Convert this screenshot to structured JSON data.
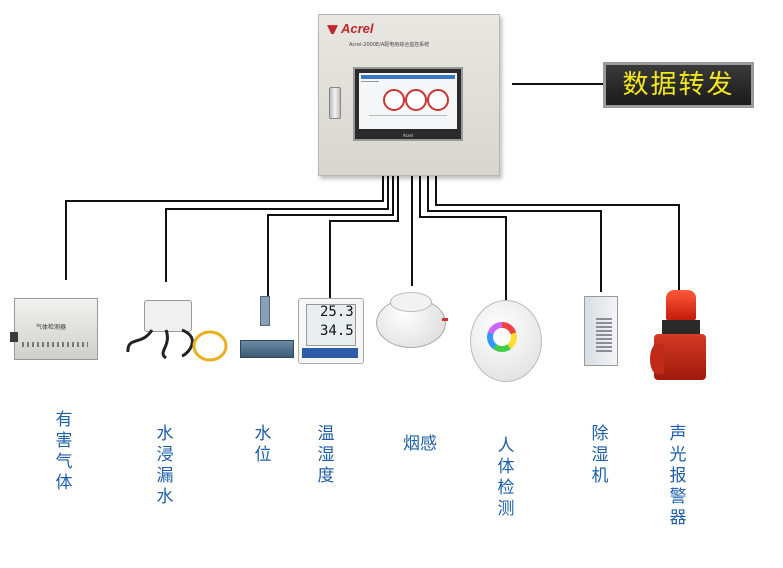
{
  "controller": {
    "brand": "Acrel",
    "model_text": "Acrel-2000E/A配电房综合监控系统",
    "screen_brand": "Acrel"
  },
  "forward_box": {
    "label": "数据转发"
  },
  "devices": [
    {
      "key": "harmful-gas",
      "label": "有害气体",
      "device_text": "气体检测器"
    },
    {
      "key": "water-leak",
      "label": "水浸漏水"
    },
    {
      "key": "water-level",
      "label": "水位"
    },
    {
      "key": "temp-humidity",
      "label": "温湿度",
      "reading_temp": "25.3",
      "reading_humidity": "34.5"
    },
    {
      "key": "smoke",
      "label": "烟感"
    },
    {
      "key": "human-detect",
      "label": "人体检测"
    },
    {
      "key": "dehumidifier",
      "label": "除湿机"
    },
    {
      "key": "alarm",
      "label": "声光报警器"
    }
  ],
  "colors": {
    "label": "#1f5faa",
    "forward_text": "#f3e81e",
    "forward_bg": "#1a1a1a",
    "brand": "#c0272d"
  }
}
